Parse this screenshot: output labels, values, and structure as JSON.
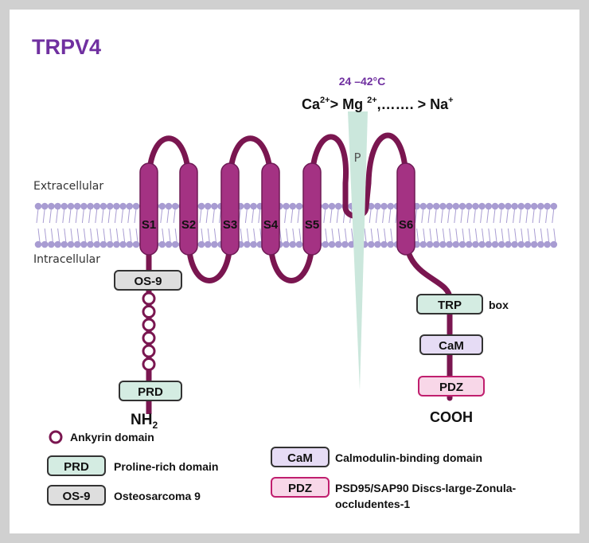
{
  "title": "TRPV4",
  "temperature": "24 –42°C",
  "selectivity": {
    "ca": "Ca",
    "ca_sup": "2+",
    "gt1": "> Mg ",
    "mg_sup": "2+",
    "dots": ",……. > Na",
    "na_sup": "+"
  },
  "pore_label": "P",
  "extracellular_label": "Extracellular",
  "intracellular_label": "Intracellular",
  "segments": [
    "S1",
    "S2",
    "S3",
    "S4",
    "S5",
    "S6"
  ],
  "n_term": {
    "os9": "OS-9",
    "prd": "PRD",
    "label": "NH",
    "label_sub": "2"
  },
  "c_term": {
    "trp": "TRP",
    "trp_suffix": "box",
    "cam": "CaM",
    "pdz": "PDZ",
    "label": "COOH"
  },
  "legend": {
    "ankyrin": "Ankyrin domain",
    "prd_box": "PRD",
    "prd_text": "Proline-rich domain",
    "os9_box": "OS-9",
    "os9_text": "Osteosarcoma 9",
    "cam_box": "CaM",
    "cam_text": "Calmodulin-binding domain",
    "pdz_box": "PDZ",
    "pdz_text_1": "PSD95/SAP90 Discs-large-Zonula-",
    "pdz_text_2": "occludentes-1"
  },
  "colors": {
    "title": "#7030a0",
    "helix": "#a43283",
    "helix_stroke": "#6e1a55",
    "chain": "#7a1650",
    "lipid": "#a89cd2",
    "pore": "#cbe7dc",
    "prd_fill": "#d4ece2",
    "os9_fill": "#dedede",
    "cam_fill": "#e6dcf5",
    "pdz_fill": "#f8d7e8"
  }
}
